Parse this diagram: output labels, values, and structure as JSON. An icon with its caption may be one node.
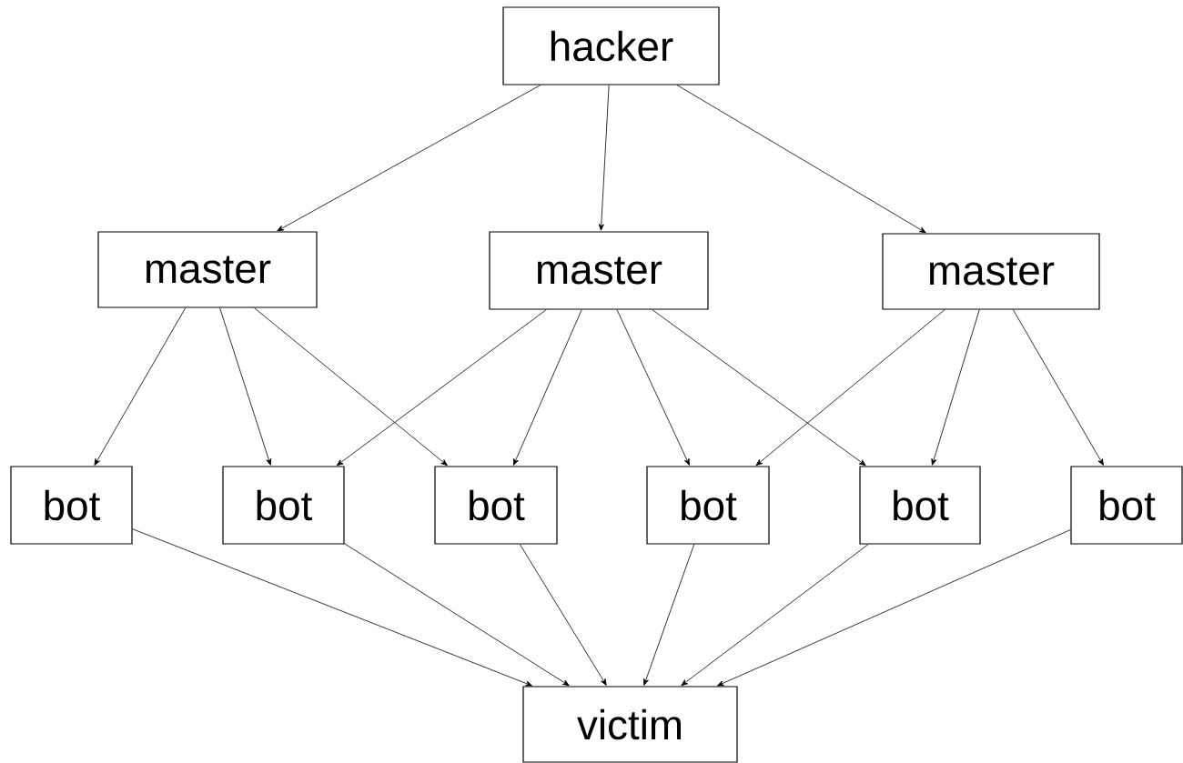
{
  "diagram": {
    "nodes": [
      {
        "text": [
          "hacker"
        ]
      },
      {
        "text": [
          "master"
        ]
      },
      {
        "text": [
          "master"
        ]
      },
      {
        "text": [
          "master"
        ]
      },
      {
        "text": [
          "bot"
        ]
      },
      {
        "text": [
          "bot"
        ]
      },
      {
        "text": [
          "bot"
        ]
      },
      {
        "text": [
          "bot"
        ]
      },
      {
        "text": [
          "bot"
        ]
      },
      {
        "text": [
          "bot"
        ]
      },
      {
        "text": [
          "victim"
        ]
      }
    ],
    "edges": [
      {
        "from": 0,
        "to": 1,
        "arrow": "to"
      },
      {
        "from": 0,
        "to": 2,
        "arrow": "to"
      },
      {
        "from": 0,
        "to": 3,
        "arrow": "to"
      },
      {
        "from": 1,
        "to": 4,
        "arrow": "to"
      },
      {
        "from": 1,
        "to": 5,
        "arrow": "to"
      },
      {
        "from": 1,
        "to": 6,
        "arrow": "to"
      },
      {
        "from": 2,
        "to": 5,
        "arrow": "to"
      },
      {
        "from": 2,
        "to": 6,
        "arrow": "to"
      },
      {
        "from": 2,
        "to": 7,
        "arrow": "to"
      },
      {
        "from": 2,
        "to": 8,
        "arrow": "to"
      },
      {
        "from": 3,
        "to": 7,
        "arrow": "to"
      },
      {
        "from": 3,
        "to": 8,
        "arrow": "to"
      },
      {
        "from": 3,
        "to": 9,
        "arrow": "to"
      },
      {
        "from": 4,
        "to": 10,
        "arrow": "to"
      },
      {
        "from": 5,
        "to": 10,
        "arrow": "to"
      },
      {
        "from": 6,
        "to": 10,
        "arrow": "to"
      },
      {
        "from": 7,
        "to": 10,
        "arrow": "to"
      },
      {
        "from": 8,
        "to": 10,
        "arrow": "to"
      },
      {
        "from": 9,
        "to": 10,
        "arrow": "to"
      }
    ]
  }
}
